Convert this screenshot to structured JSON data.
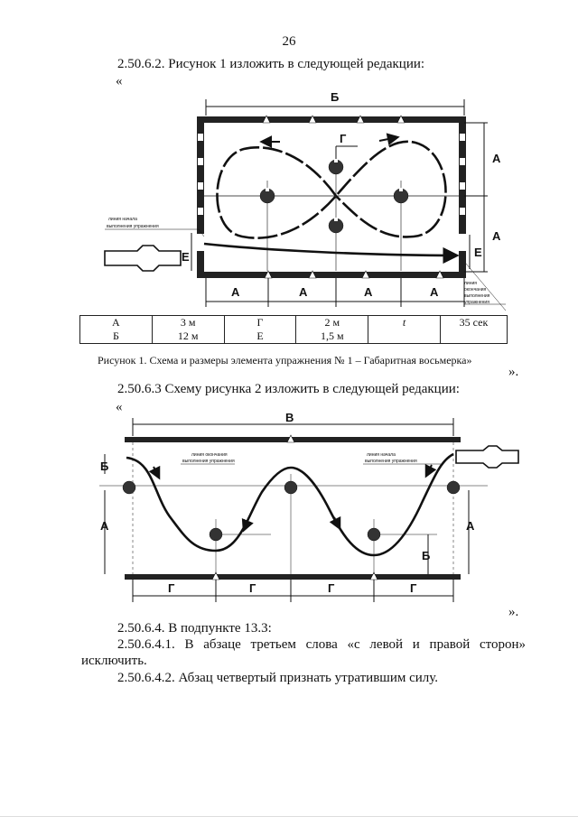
{
  "page_number": "26",
  "section_1": {
    "heading": "2.50.6.2. Рисунок 1 изложить в следующей редакции:",
    "open_quote": "«",
    "diagram": {
      "labels": {
        "b_top": "Б",
        "g": "Г",
        "a_right_upper": "А",
        "a_right_lower": "А",
        "e_left": "Е",
        "e_right": "Е",
        "a_bottom": [
          "А",
          "А",
          "А",
          "А"
        ],
        "start_line": [
          "линия начала",
          "выполнения упражнения"
        ],
        "end_line": [
          "линия",
          "окончания",
          "выполнения",
          "упражнения"
        ]
      }
    },
    "table": {
      "rows": [
        [
          "А\nБ",
          "3 м\n12 м",
          "Г\nЕ",
          "2 м\n1,5 м",
          "t",
          "35 сек"
        ]
      ]
    },
    "caption": "Рисунок 1. Схема и размеры элемента упражнения № 1 – Габаритная восьмерка»",
    "close_quote": "»."
  },
  "section_2": {
    "heading": "2.50.6.3 Схему рисунка 2 изложить в следующей редакции:",
    "open_quote": "«",
    "diagram": {
      "labels": {
        "v_top": "В",
        "b_left": "Б",
        "a_left": "А",
        "a_right": "А",
        "b_right": "Б",
        "g_bottom": [
          "Г",
          "Г",
          "Г",
          "Г"
        ],
        "end_line": [
          "линия окончания",
          "выполнения упражнения"
        ],
        "start_line": [
          "линия начала",
          "выполнения упражнения"
        ]
      }
    },
    "close_quote": "»."
  },
  "section_3": {
    "p1": "2.50.6.4. В подпункте 13.3:",
    "p2_line1": "2.50.6.4.1. В абзаце третьем слова «с левой и правой сторон»",
    "p2_line2": "исключить.",
    "p3": "2.50.6.4.2. Абзац четвертый признать утратившим силу."
  }
}
